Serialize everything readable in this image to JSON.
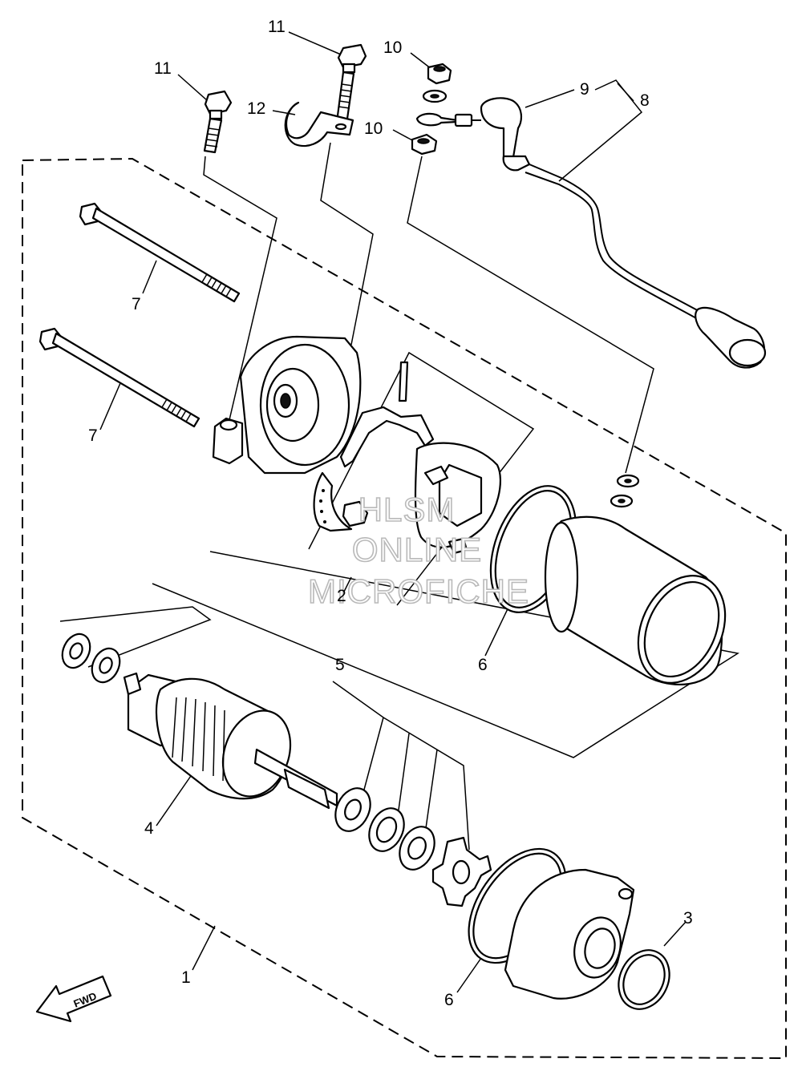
{
  "callouts": {
    "c1": "1",
    "c2": "2",
    "c3": "3",
    "c4": "4",
    "c5": "5",
    "c6a": "6",
    "c6b": "6",
    "c7a": "7",
    "c7b": "7",
    "c8": "8",
    "c9": "9",
    "c10a": "10",
    "c10b": "10",
    "c11a": "11",
    "c11b": "11",
    "c12": "12"
  },
  "watermark": {
    "line1": "HLSM",
    "line2": "ONLINE",
    "line3": "MICROFICHE"
  },
  "fwd_badge": "FWD"
}
